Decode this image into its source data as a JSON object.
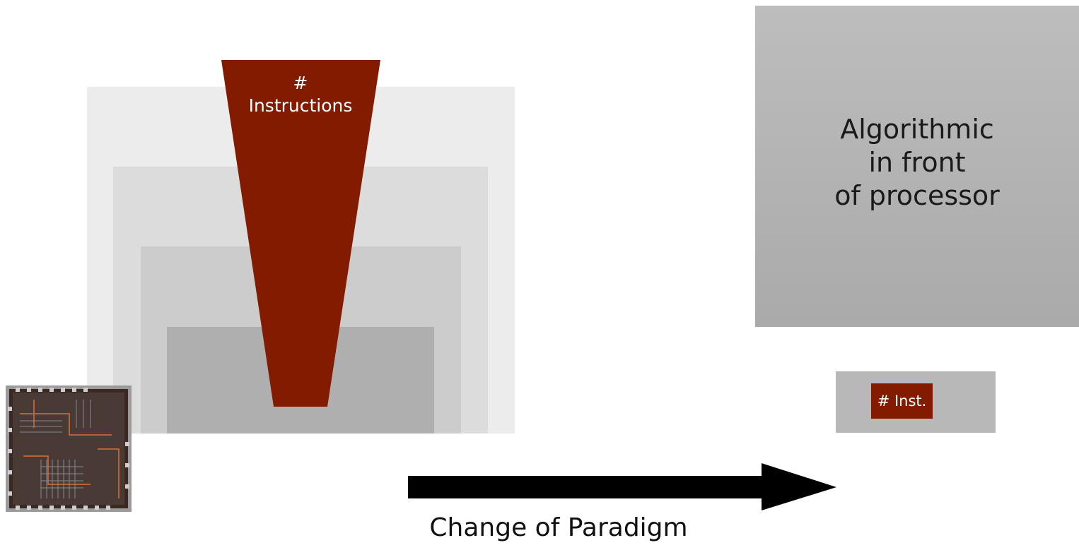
{
  "funnel": {
    "label": "#\nInstructions",
    "color": "#831b00"
  },
  "algorithm_box": {
    "text": "Algorithmic\nin front\nof processor"
  },
  "instruction_badge": {
    "text": "# Inst.",
    "color": "#831b00"
  },
  "arrow": {
    "label": "Change of Paradigm"
  },
  "icons": {
    "chip": "processor-die-image"
  }
}
